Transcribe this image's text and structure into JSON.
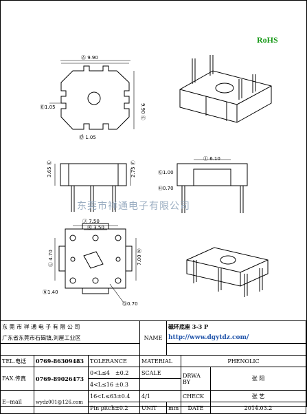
{
  "badge": "RoHS",
  "watermark": "东莞市祥通电子有限公司",
  "dims": {
    "a": "Ⓐ 9.90",
    "c": "9.90 Ⓒ",
    "b": "Ⓑ1.05",
    "d": "Ⓓ 1.05",
    "e": "3.65 Ⓔ",
    "f": "2.75 Ⓕ",
    "i": "Ⓘ 6.10",
    "g": "Ⓖ1.00",
    "h": "Ⓗ0.70",
    "j": "Ⓙ 7.50",
    "k": "Ⓚ 3.50",
    "l": "Ⓛ 4.70",
    "m": "7.00 Ⓜ",
    "n": "Ⓝ1.40",
    "o": "Ⓞ0.70"
  },
  "title_block": {
    "company": "东 莞 市 祥 通 电 子 有 限 公 司",
    "address": "广东省东莞市石碣镇,刘屋工业区",
    "name_label": "NAME",
    "name_value": "磁环底座 3-3 P",
    "url": "http://www.dgytdz.com/",
    "tel_label": "TEL.电话",
    "tel": "0769-86309483",
    "fax_label": "FAX.传真",
    "fax": "0769-89026473",
    "email_label": "E--mail",
    "email": "wydz001@126.com",
    "tolerance_label": "TOLERANCE",
    "tol1": "0<L≤4　±0.2",
    "tol2": "4<L≤16 ±0.3",
    "tol3": "16<L≤63±0.4",
    "tol4": "Pin pitch±0.2",
    "material_label": "MATERIAL",
    "material": "PHENOLIC",
    "scale_label": "SCALE",
    "scale": "4/1",
    "unit_label": "UNIT",
    "unit": "mm",
    "drawn_label": "DRWA BY",
    "drawn_by": "张 阳",
    "check_label": "CHECK",
    "checked_by": "张 艺",
    "date_label": "DATE",
    "date": "2014.03.2"
  }
}
